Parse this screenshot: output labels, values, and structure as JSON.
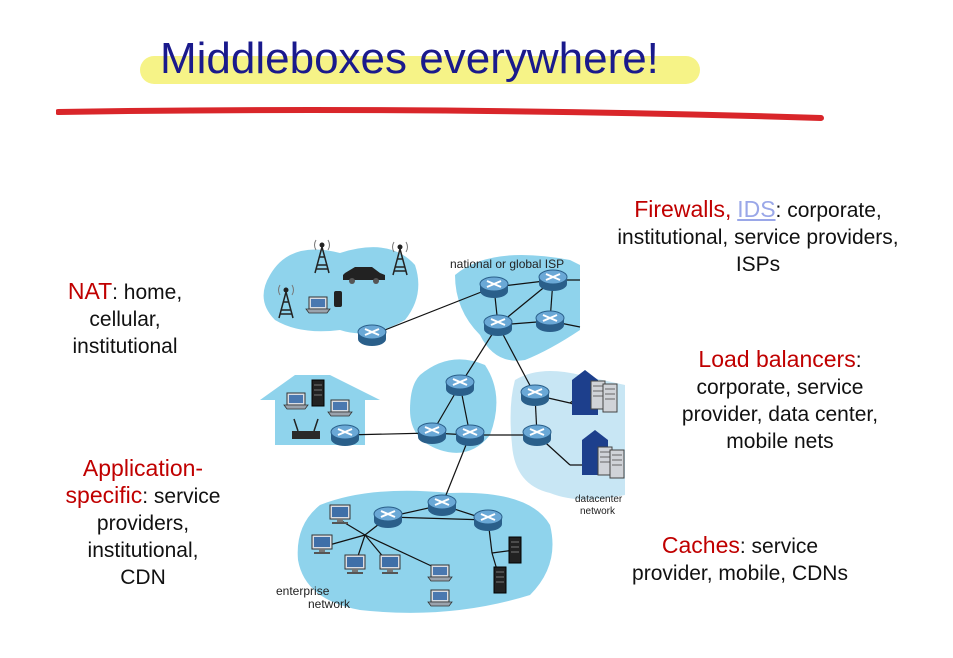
{
  "title": "Middleboxes everywhere!",
  "colors": {
    "title": "#1a1a8c",
    "highlight": "#f5f27a",
    "rule": "#d9262a",
    "accent": "#c00000",
    "cloud": "#8fd3ec"
  },
  "nat": {
    "label": "NAT",
    "rest": ": home,",
    "line2": "cellular,",
    "line3": "institutional"
  },
  "app": {
    "label1": "Application-",
    "label2": "specific",
    "rest": ": service",
    "line3": "providers,",
    "line4": "institutional,",
    "line5": "CDN"
  },
  "firewalls": {
    "label": "Firewalls,",
    "ids": "IDS",
    "rest": ": corporate,",
    "line2": "institutional, service providers,",
    "line3": "ISPs"
  },
  "load": {
    "label": "Load balancers",
    "rest": ":",
    "line2": "corporate, service",
    "line3": "provider, data center,",
    "line4": "mobile nets"
  },
  "caches": {
    "label": "Caches",
    "rest": ": service",
    "line2": "provider, mobile, CDNs"
  },
  "diagram": {
    "isp_label": "national or global ISP",
    "datacenter_label1": "datacenter",
    "datacenter_label2": "network",
    "enterprise_label1": "enterprise",
    "enterprise_label2": "network"
  }
}
